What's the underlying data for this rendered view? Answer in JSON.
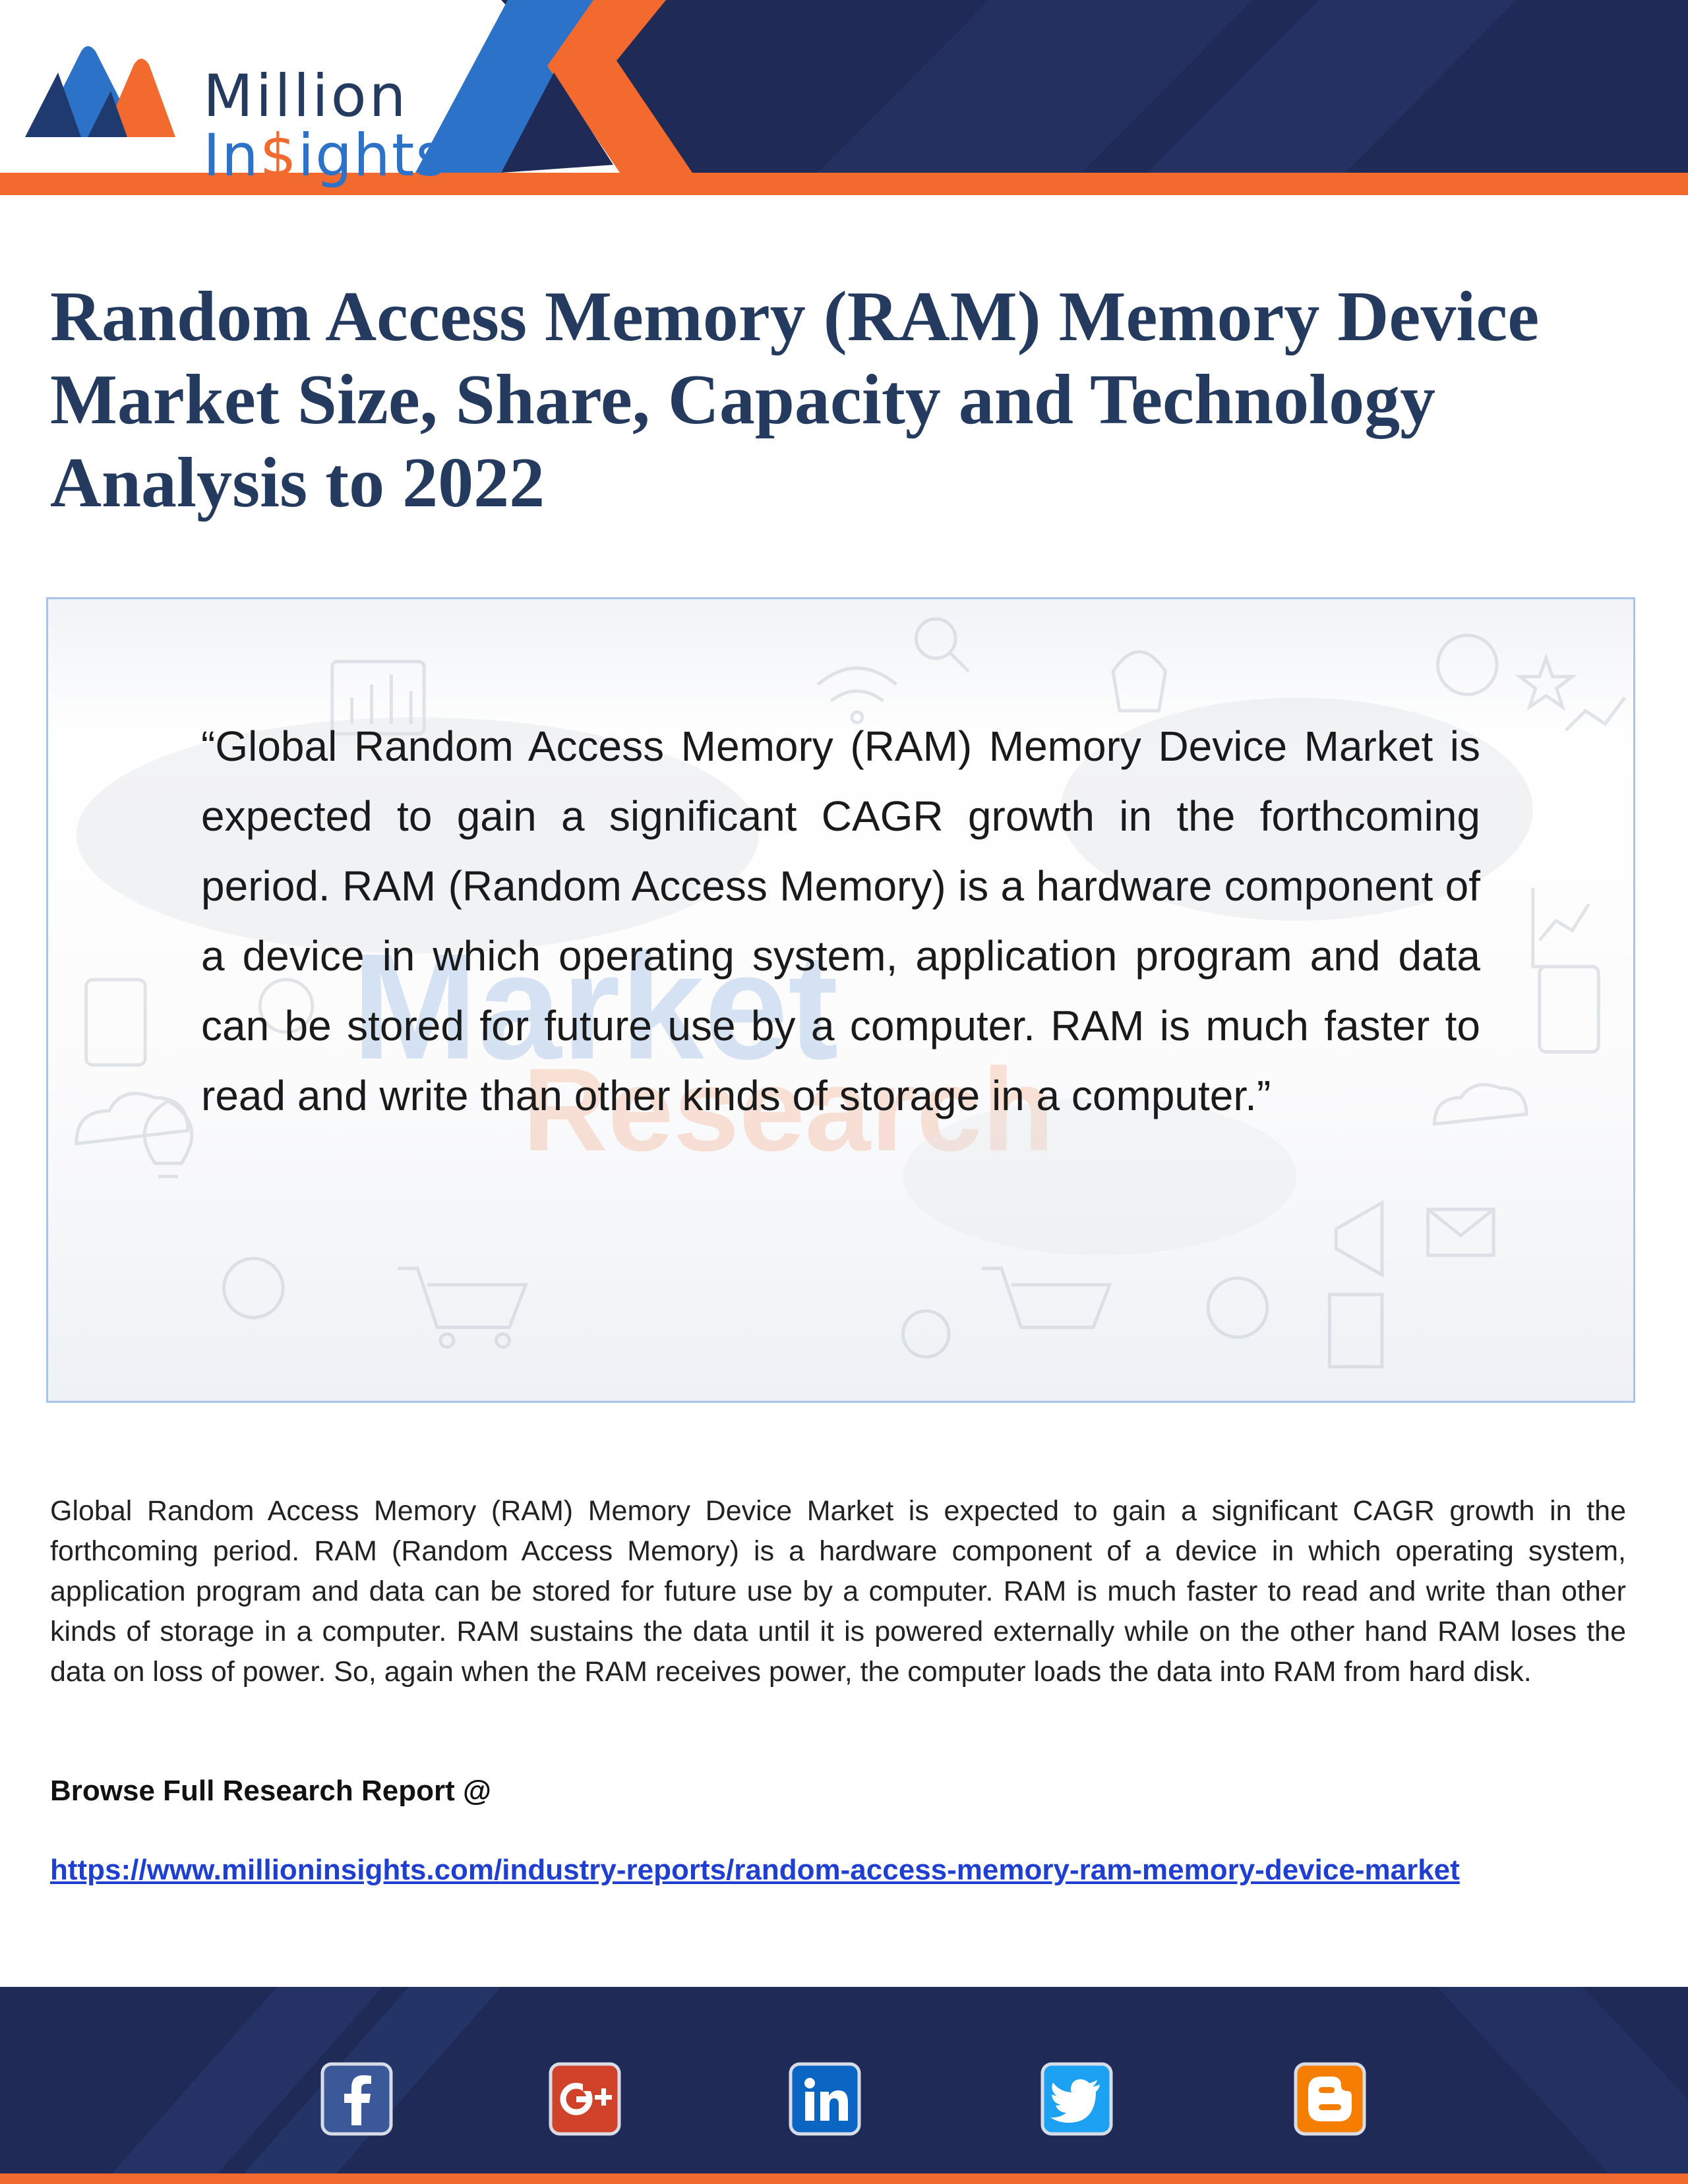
{
  "brand": {
    "logo_line1": "Million",
    "logo_line2_pre": "In",
    "logo_line2_dollar": "$",
    "logo_line2_post": "ights",
    "colors": {
      "navy": "#243a5e",
      "blue": "#2d72c9",
      "orange": "#f26a2d"
    }
  },
  "title": "Random Access Memory (RAM) Memory Device Market Size, Share, Capacity and Technology Analysis to 2022",
  "quote": "“Global Random Access Memory (RAM) Memory Device Market is expected to gain a significant CAGR growth in the forthcoming period. RAM (Random Access Memory) is a hardware component of a device in which operating system, application program and data can be stored for future use by a computer. RAM is much faster to read and write than other kinds of storage in a computer.”",
  "body": "Global Random Access Memory (RAM) Memory Device Market is expected to gain a significant CAGR growth in the forthcoming period. RAM (Random Access Memory) is a hardware component of a device in which operating system, application program and data can be stored for future use by a computer. RAM is much faster to read and write than other kinds of storage in a computer. RAM sustains the data until it is powered externally while on the other hand RAM loses the data on loss of power. So, again when the RAM receives power, the computer loads the data into RAM from hard disk.",
  "browse_label": "Browse Full Research Report @",
  "report_url": "https://www.millioninsights.com/industry-reports/random-access-memory-ram-memory-device-market",
  "social": [
    {
      "name": "facebook-icon",
      "glyph": "f",
      "color": "#3b5998"
    },
    {
      "name": "google-plus-icon",
      "glyph": "g+",
      "color": "#d0422a"
    },
    {
      "name": "linkedin-icon",
      "glyph": "in",
      "color": "#0a66c2"
    },
    {
      "name": "twitter-icon",
      "glyph": "bird",
      "color": "#1da1f2"
    },
    {
      "name": "blogger-icon",
      "glyph": "B",
      "color": "#f57d00"
    }
  ]
}
